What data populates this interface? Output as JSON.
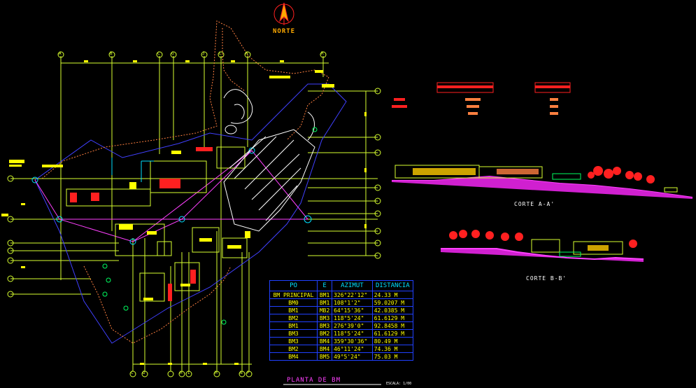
{
  "compass": {
    "label": "NORTE"
  },
  "plan_title": "PLANTA DE BM",
  "scale_note": "ESCALA: 1/00",
  "section_a_label": "CORTE  A-A'",
  "section_b_label": "CORTE  B-B'",
  "grid_top_labels": [
    "A",
    "B",
    "C",
    "G",
    "J",
    "L",
    "N",
    "R"
  ],
  "grid_bottom_labels": [
    "C",
    "D",
    "H",
    "I",
    "M",
    "N",
    "P"
  ],
  "table": {
    "headers": [
      "PO",
      "E",
      "AZIMUT",
      "DISTANCIA"
    ],
    "rows": [
      [
        "BM PRINCIPAL",
        "BM1",
        "326°22'12\"",
        "24.33 M"
      ],
      [
        "BM0",
        "BM1",
        "108°1'2\"",
        "59.0207 M"
      ],
      [
        "BM1",
        "MB2",
        "64°15'36\"",
        "42.0385 M"
      ],
      [
        "BM2",
        "BM3",
        "118°5'24\"",
        "61.6129 M"
      ],
      [
        "BM1",
        "BM3",
        "276°39'0\"",
        "92.8458 M"
      ],
      [
        "BM3",
        "BM2",
        "118°5'24\"",
        "61.6129 M"
      ],
      [
        "BM3",
        "BM4",
        "359°30'36\"",
        "80.49 M"
      ],
      [
        "BM2",
        "BM4",
        "46°11'24\"",
        "74.36 M"
      ],
      [
        "BM4",
        "BM5",
        "49°5'24\"",
        "75.03 M"
      ]
    ]
  },
  "colors": {
    "grid": "#d8ff30",
    "boundary": "#4040ff",
    "survey": "#ff40ff",
    "terrain": "#ff8040",
    "building": "#ff2020",
    "site": "#ffffff"
  }
}
